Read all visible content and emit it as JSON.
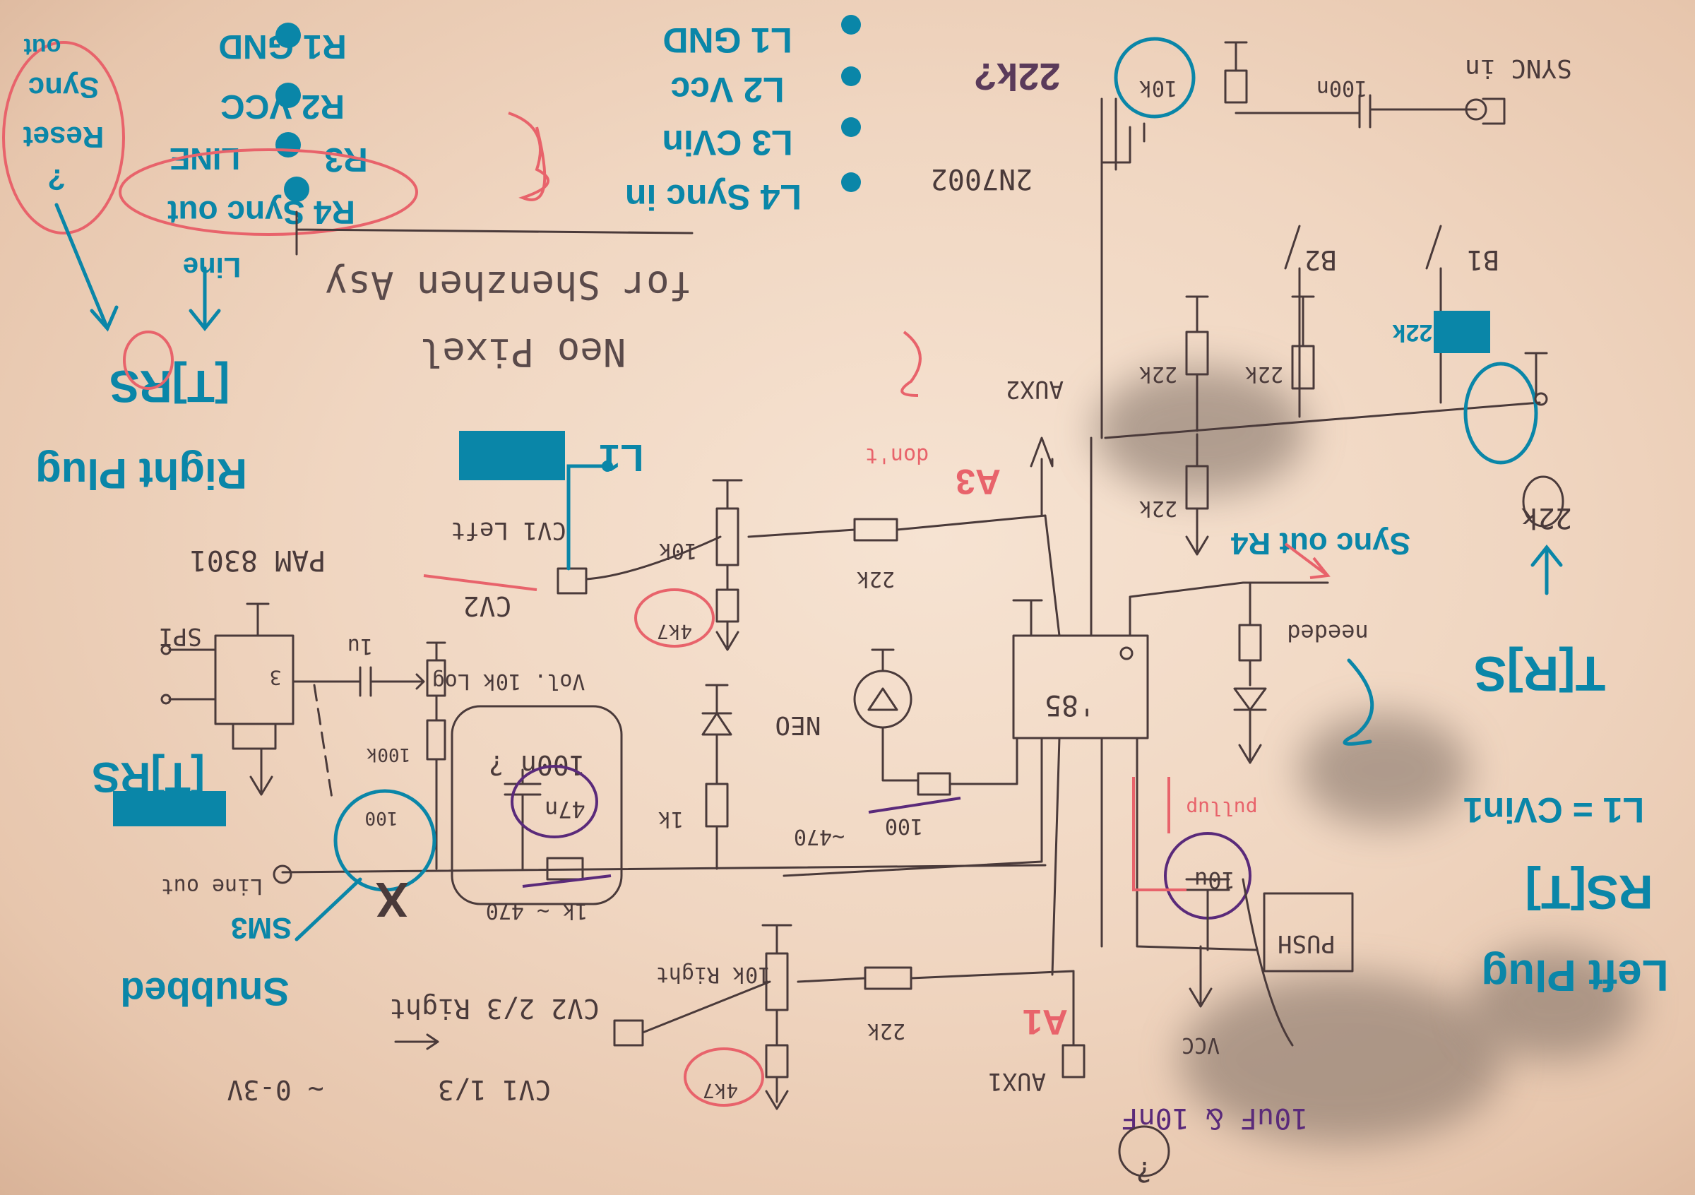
{
  "pinout_right": {
    "r1": "R1 GND",
    "r2": "R2 VCC",
    "r3": "R3",
    "r3_extra": "LINE",
    "r4": "R4 Sync out"
  },
  "pinout_left": {
    "l1": "L1 GND",
    "l2": "L2 Vcc",
    "l3": "L3 CVin",
    "l4": "L4 Sync in"
  },
  "top_left_note": {
    "line1": "Sync",
    "line2": "Reset",
    "line3": "?",
    "line4": "out"
  },
  "line_label": "Line",
  "right_plug": {
    "jack": "[T]RS",
    "title": "Right Plug"
  },
  "left_plug": {
    "jack": "RS[T]",
    "title": "Left Plug",
    "formula": "L1 = CVin1"
  },
  "trs_bottom": "T[R]S",
  "trs_left": "[T]RS",
  "title": {
    "line1": "for Shenzhen Asy",
    "line2": "Neo Pixel"
  },
  "parts": {
    "sync_in": "SYNC in",
    "r_22k7": "22k?",
    "r_10k_top": "10k",
    "c_100n_top": "100n",
    "transistor": "2N7002",
    "b1": "B1",
    "b2": "B2",
    "r_22k_a": "22k",
    "r_22k_b": "22k",
    "r_22k_c": "22k",
    "r_22k_d": "22k",
    "r_22k_e": "22k",
    "r_22k_f": "22k",
    "aux2": "AUX2",
    "a3": "A3",
    "a3_note": "don't",
    "a1": "A1",
    "aux1": "AUX1",
    "l1_label": "L1",
    "cv1_left": "CV1 Left",
    "cv2": "CV2",
    "r_10k_right": "10k",
    "r_10k_pot": "10k Right",
    "r_4k7_a": "4k7",
    "r_4k7_b": "4k7",
    "mcu": "'85",
    "neo": "NEO",
    "r_100_neo": "100",
    "r_470_neo": "~470",
    "r_1k": "1k",
    "sync_out_r4": "Sync out R4",
    "needed": "needed",
    "pam": "PAM 8301",
    "spi": "SPI",
    "vol": "Vol. 10k Log",
    "c_1u": "1u",
    "r_100k": "100k",
    "c_100n_q": "100n ?",
    "c_47n": "47n",
    "r_1k_470": "1k ~ 470",
    "r_100_x": "100",
    "line_out": "Line out",
    "mono": "SM3",
    "snubbed": "Snubbed",
    "cv2_right": "CV2 2/3 Right",
    "cv1_bottom": "CV1 1/3",
    "range": "~ 0-3V",
    "cap_10u": "10uF & 10nF",
    "cap_q": "?",
    "vcc": "VCC",
    "push": "PUSH",
    "c_10u": "10u",
    "pullup": "pullup"
  },
  "colors": {
    "paper": "#f3dcc8",
    "ink": "#4a3a3a",
    "blue": "#0a86a8",
    "red": "#e8636b",
    "purple": "#5a2a7a"
  }
}
